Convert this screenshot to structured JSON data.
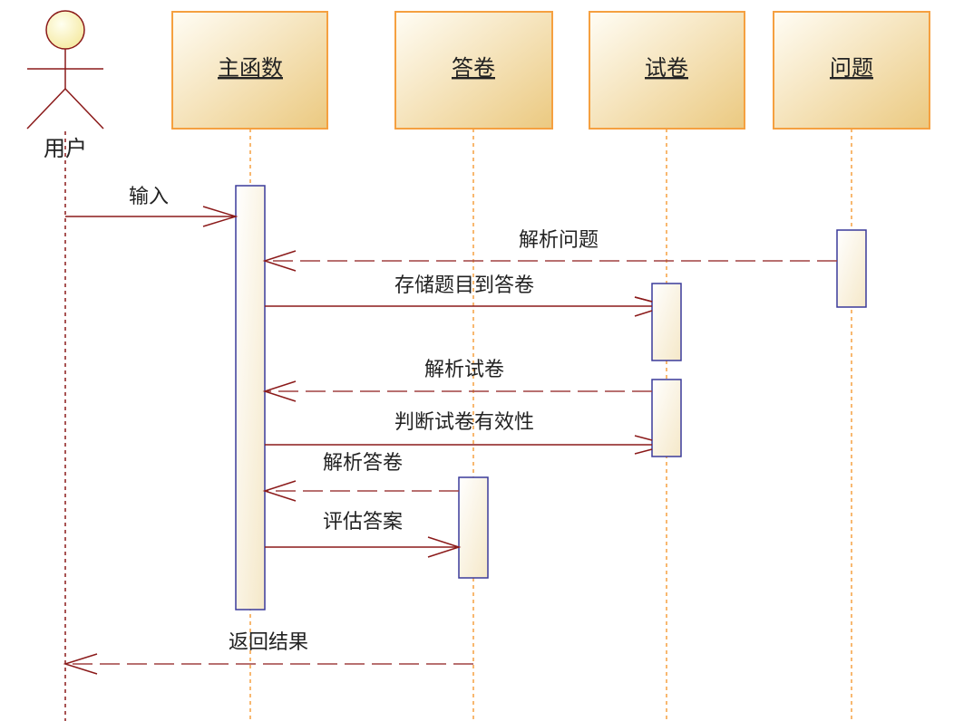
{
  "diagram": {
    "type": "sequence",
    "colors": {
      "message": "#8b1a1a",
      "return_message": "#a04040",
      "lifeline_object": "#f5a040",
      "lifeline_actor": "#8b1a1a",
      "activation_border": "#3a3a9a",
      "header_border": "#f5a040",
      "header_fill_light": "#fffdf5",
      "header_fill_dark": "#ebc980"
    },
    "actor": {
      "id": "user",
      "label": "用户"
    },
    "objects": [
      {
        "id": "main",
        "label": "主函数"
      },
      {
        "id": "answer_sheet",
        "label": "答卷"
      },
      {
        "id": "exam_paper",
        "label": "试卷"
      },
      {
        "id": "question",
        "label": "问题"
      }
    ],
    "messages": [
      {
        "label": "输入",
        "from": "user",
        "to": "main",
        "kind": "sync"
      },
      {
        "label": "解析问题",
        "from": "question",
        "to": "main",
        "kind": "return"
      },
      {
        "label": "存储题目到答卷",
        "from": "main",
        "to": "exam_paper",
        "kind": "sync"
      },
      {
        "label": "解析试卷",
        "from": "exam_paper",
        "to": "main",
        "kind": "return"
      },
      {
        "label": "判断试卷有效性",
        "from": "main",
        "to": "exam_paper",
        "kind": "sync"
      },
      {
        "label": "解析答卷",
        "from": "answer_sheet",
        "to": "main",
        "kind": "return"
      },
      {
        "label": "评估答案",
        "from": "main",
        "to": "answer_sheet",
        "kind": "sync"
      },
      {
        "label": "返回结果",
        "from": "answer_sheet",
        "to": "user",
        "kind": "return"
      }
    ]
  }
}
